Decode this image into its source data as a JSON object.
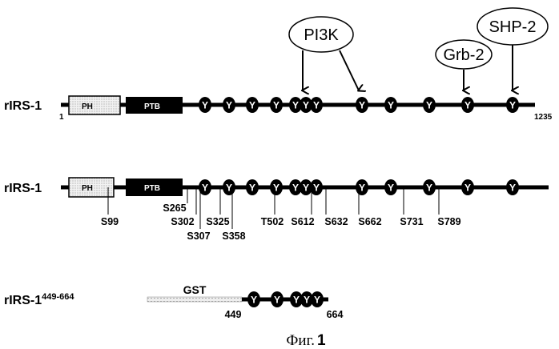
{
  "row1": {
    "label": "rIRS-1",
    "start": "1",
    "end": "1235",
    "domains": {
      "ph": "PH",
      "ptb": "PTB"
    },
    "tyrosine_label": "Y",
    "tyrosine_count": 12,
    "adapters": [
      {
        "name": "PI3K"
      },
      {
        "name": "Grb-2"
      },
      {
        "name": "SHP-2"
      }
    ]
  },
  "row2": {
    "label": "rIRS-1",
    "domains": {
      "ph": "PH",
      "ptb": "PTB"
    },
    "tyrosine_count": 12,
    "sites": [
      "S99",
      "S265",
      "S302",
      "S307",
      "S325",
      "S358",
      "T502",
      "S612",
      "S632",
      "S662",
      "S731",
      "S789"
    ]
  },
  "row3": {
    "label": "rIRS-1",
    "superscript": "449-664",
    "gst": "GST",
    "start": "449",
    "end": "664",
    "tyrosine_count": 5
  },
  "caption": {
    "prefix": "Фиг.",
    "number": "1"
  }
}
